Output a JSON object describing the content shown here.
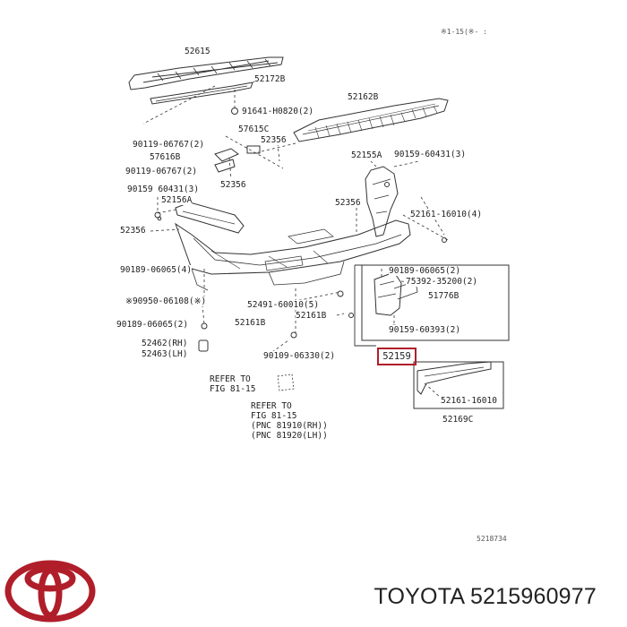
{
  "colors": {
    "brand_red": "#b01e2a",
    "line": "#333333",
    "highlight_border": "#b01e2a"
  },
  "header_code": "※1-15(※-  :",
  "labels": {
    "l52615": "52615",
    "l52172b": "52172B",
    "l91641": "91641-H0820(2)",
    "l52162b": "52162B",
    "l57615c": "57615C",
    "l52356a": "52356",
    "l90119a": "90119-06767(2)",
    "l57616b": "57616B",
    "l90159a": "90159-60431(3)",
    "l52155a": "52155A",
    "l90119b": "90119-06767(2)",
    "l52356b": "52356",
    "l90159b": "90159 60431(3)",
    "l52156a": "52156A",
    "l52356c": "52356",
    "l52161a": "52161-16010(4)",
    "l52356d": "52356",
    "l90189a": "90189-06065(4)",
    "l90189b": "90189-06065(2)",
    "l75392": "75392-35200(2)",
    "l51776b": "51776B",
    "l90950": "※90950-06108(※)",
    "l52491": "52491-60010(5)",
    "l52161b": "52161B",
    "l52161c": "52161B",
    "l90189c": "90189-06065(2)",
    "l90159c": "90159-60393(2)",
    "l52462": "52462(RH)",
    "l52463": "52463(LH)",
    "l90109": "90109-06330(2)",
    "l52161d": "52161-16010",
    "l52169c": "52169C",
    "refer1_l1": "REFER TO",
    "refer1_l2": "FIG 81-15",
    "refer2_l1": "REFER TO",
    "refer2_l2": "FIG 81-15",
    "refer2_l3": "(PNC 81910(RH))",
    "refer2_l4": "(PNC 81920(LH))",
    "drawing_code": "5218734"
  },
  "highlight_part": "52159",
  "brand": {
    "title": "TOYOTA 5215960977",
    "logo_icon": "toyota-logo-icon"
  }
}
